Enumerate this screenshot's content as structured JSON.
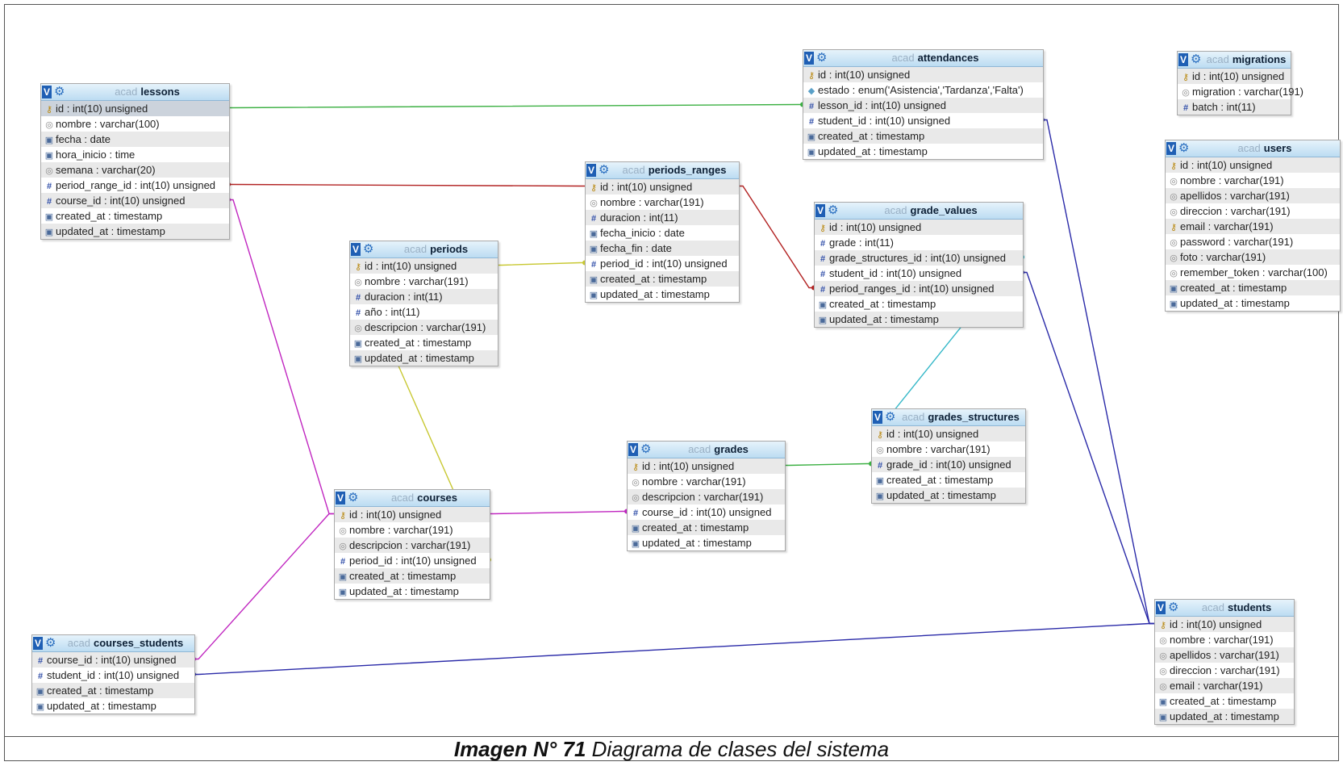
{
  "caption": {
    "number": "Imagen N° 71",
    "text": " Diagrama de clases del sistema"
  },
  "header_icons": {
    "toggle": "V",
    "options": "gear-icon"
  },
  "tables": [
    {
      "id": "lessons",
      "db": "acad",
      "name": "lessons",
      "fields": [
        {
          "text": "id : int(10) unsigned",
          "icon": "key-icon"
        },
        {
          "text": "nombre : varchar(100)",
          "icon": "string-icon"
        },
        {
          "text": "fecha : date",
          "icon": "date-icon"
        },
        {
          "text": "hora_inicio : time",
          "icon": "date-icon"
        },
        {
          "text": "semana : varchar(20)",
          "icon": "string-icon"
        },
        {
          "text": "period_range_id : int(10) unsigned",
          "icon": "number-icon"
        },
        {
          "text": "course_id : int(10) unsigned",
          "icon": "number-icon"
        },
        {
          "text": "created_at : timestamp",
          "icon": "date-icon"
        },
        {
          "text": "updated_at : timestamp",
          "icon": "date-icon"
        }
      ]
    },
    {
      "id": "attendances",
      "db": "acad",
      "name": "attendances",
      "fields": [
        {
          "text": "id : int(10) unsigned",
          "icon": "key-icon"
        },
        {
          "text": "estado : enum('Asistencia','Tardanza','Falta')",
          "icon": "enum-icon"
        },
        {
          "text": "lesson_id : int(10) unsigned",
          "icon": "number-icon"
        },
        {
          "text": "student_id : int(10) unsigned",
          "icon": "number-icon"
        },
        {
          "text": "created_at : timestamp",
          "icon": "date-icon"
        },
        {
          "text": "updated_at : timestamp",
          "icon": "date-icon"
        }
      ]
    },
    {
      "id": "migrations",
      "db": "acad",
      "name": "migrations",
      "fields": [
        {
          "text": "id : int(10) unsigned",
          "icon": "key-icon"
        },
        {
          "text": "migration : varchar(191)",
          "icon": "string-icon"
        },
        {
          "text": "batch : int(11)",
          "icon": "number-icon"
        }
      ]
    },
    {
      "id": "users",
      "db": "acad",
      "name": "users",
      "fields": [
        {
          "text": "id : int(10) unsigned",
          "icon": "key-icon"
        },
        {
          "text": "nombre : varchar(191)",
          "icon": "string-icon"
        },
        {
          "text": "apellidos : varchar(191)",
          "icon": "string-icon"
        },
        {
          "text": "direccion : varchar(191)",
          "icon": "string-icon"
        },
        {
          "text": "email : varchar(191)",
          "icon": "key-icon"
        },
        {
          "text": "password : varchar(191)",
          "icon": "string-icon"
        },
        {
          "text": "foto : varchar(191)",
          "icon": "string-icon"
        },
        {
          "text": "remember_token : varchar(100)",
          "icon": "string-icon"
        },
        {
          "text": "created_at : timestamp",
          "icon": "date-icon"
        },
        {
          "text": "updated_at : timestamp",
          "icon": "date-icon"
        }
      ]
    },
    {
      "id": "periods_ranges",
      "db": "acad",
      "name": "periods_ranges",
      "fields": [
        {
          "text": "id : int(10) unsigned",
          "icon": "key-icon"
        },
        {
          "text": "nombre : varchar(191)",
          "icon": "string-icon"
        },
        {
          "text": "duracion : int(11)",
          "icon": "number-icon"
        },
        {
          "text": "fecha_inicio : date",
          "icon": "date-icon"
        },
        {
          "text": "fecha_fin : date",
          "icon": "date-icon"
        },
        {
          "text": "period_id : int(10) unsigned",
          "icon": "number-icon"
        },
        {
          "text": "created_at : timestamp",
          "icon": "date-icon"
        },
        {
          "text": "updated_at : timestamp",
          "icon": "date-icon"
        }
      ]
    },
    {
      "id": "grade_values",
      "db": "acad",
      "name": "grade_values",
      "fields": [
        {
          "text": "id : int(10) unsigned",
          "icon": "key-icon"
        },
        {
          "text": "grade : int(11)",
          "icon": "number-icon"
        },
        {
          "text": "grade_structures_id : int(10) unsigned",
          "icon": "number-icon"
        },
        {
          "text": "student_id : int(10) unsigned",
          "icon": "number-icon"
        },
        {
          "text": "period_ranges_id : int(10) unsigned",
          "icon": "number-icon"
        },
        {
          "text": "created_at : timestamp",
          "icon": "date-icon"
        },
        {
          "text": "updated_at : timestamp",
          "icon": "date-icon"
        }
      ]
    },
    {
      "id": "periods",
      "db": "acad",
      "name": "periods",
      "fields": [
        {
          "text": "id : int(10) unsigned",
          "icon": "key-icon"
        },
        {
          "text": "nombre : varchar(191)",
          "icon": "string-icon"
        },
        {
          "text": "duracion : int(11)",
          "icon": "number-icon"
        },
        {
          "text": "año : int(11)",
          "icon": "number-icon"
        },
        {
          "text": "descripcion : varchar(191)",
          "icon": "string-icon"
        },
        {
          "text": "created_at : timestamp",
          "icon": "date-icon"
        },
        {
          "text": "updated_at : timestamp",
          "icon": "date-icon"
        }
      ]
    },
    {
      "id": "grades_structures",
      "db": "acad",
      "name": "grades_structures",
      "fields": [
        {
          "text": "id : int(10) unsigned",
          "icon": "key-icon"
        },
        {
          "text": "nombre : varchar(191)",
          "icon": "string-icon"
        },
        {
          "text": "grade_id : int(10) unsigned",
          "icon": "number-icon"
        },
        {
          "text": "created_at : timestamp",
          "icon": "date-icon"
        },
        {
          "text": "updated_at : timestamp",
          "icon": "date-icon"
        }
      ]
    },
    {
      "id": "grades",
      "db": "acad",
      "name": "grades",
      "fields": [
        {
          "text": "id : int(10) unsigned",
          "icon": "key-icon"
        },
        {
          "text": "nombre : varchar(191)",
          "icon": "string-icon"
        },
        {
          "text": "descripcion : varchar(191)",
          "icon": "string-icon"
        },
        {
          "text": "course_id : int(10) unsigned",
          "icon": "number-icon"
        },
        {
          "text": "created_at : timestamp",
          "icon": "date-icon"
        },
        {
          "text": "updated_at : timestamp",
          "icon": "date-icon"
        }
      ]
    },
    {
      "id": "courses",
      "db": "acad",
      "name": "courses",
      "fields": [
        {
          "text": "id : int(10) unsigned",
          "icon": "key-icon"
        },
        {
          "text": "nombre : varchar(191)",
          "icon": "string-icon"
        },
        {
          "text": "descripcion : varchar(191)",
          "icon": "string-icon"
        },
        {
          "text": "period_id : int(10) unsigned",
          "icon": "number-icon"
        },
        {
          "text": "created_at : timestamp",
          "icon": "date-icon"
        },
        {
          "text": "updated_at : timestamp",
          "icon": "date-icon"
        }
      ]
    },
    {
      "id": "courses_students",
      "db": "acad",
      "name": "courses_students",
      "fields": [
        {
          "text": "course_id : int(10) unsigned",
          "icon": "number-icon"
        },
        {
          "text": "student_id : int(10) unsigned",
          "icon": "number-icon"
        },
        {
          "text": "created_at : timestamp",
          "icon": "date-icon"
        },
        {
          "text": "updated_at : timestamp",
          "icon": "date-icon"
        }
      ]
    },
    {
      "id": "students",
      "db": "acad",
      "name": "students",
      "fields": [
        {
          "text": "id : int(10) unsigned",
          "icon": "key-icon"
        },
        {
          "text": "nombre : varchar(191)",
          "icon": "string-icon"
        },
        {
          "text": "apellidos : varchar(191)",
          "icon": "string-icon"
        },
        {
          "text": "direccion : varchar(191)",
          "icon": "string-icon"
        },
        {
          "text": "email : varchar(191)",
          "icon": "string-icon"
        },
        {
          "text": "created_at : timestamp",
          "icon": "date-icon"
        },
        {
          "text": "updated_at : timestamp",
          "icon": "date-icon"
        }
      ]
    }
  ],
  "relations": [
    {
      "from": "attendances.lesson_id",
      "to": "lessons.id",
      "color": "#3cb043"
    },
    {
      "from": "lessons.period_range_id",
      "to": "periods_ranges.id",
      "color": "#b22222"
    },
    {
      "from": "grade_values.period_ranges_id",
      "to": "periods_ranges.id",
      "color": "#b22222"
    },
    {
      "from": "periods_ranges.period_id",
      "to": "periods.id",
      "color": "#c8c832"
    },
    {
      "from": "courses.period_id",
      "to": "periods.id",
      "color": "#c8c832"
    },
    {
      "from": "lessons.course_id",
      "to": "courses.id",
      "color": "#c026c0"
    },
    {
      "from": "grades.course_id",
      "to": "courses.id",
      "color": "#c026c0"
    },
    {
      "from": "courses_students.course_id",
      "to": "courses.id",
      "color": "#c026c0"
    },
    {
      "from": "grades_structures.grade_id",
      "to": "grades.id",
      "color": "#3cb043"
    },
    {
      "from": "grade_values.grade_structures_id",
      "to": "grades_structures.id",
      "color": "#36b8c8"
    },
    {
      "from": "attendances.student_id",
      "to": "students.id",
      "color": "#2a2aa8"
    },
    {
      "from": "grade_values.student_id",
      "to": "students.id",
      "color": "#2a2aa8"
    },
    {
      "from": "courses_students.student_id",
      "to": "students.id",
      "color": "#2a2aa8"
    }
  ]
}
